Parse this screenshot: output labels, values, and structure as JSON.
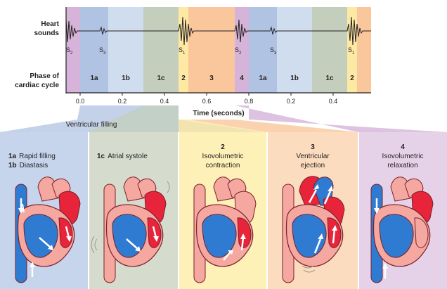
{
  "timeline": {
    "heart_sounds_label": [
      "Heart",
      "sounds"
    ],
    "phase_label": [
      "Phase of",
      "cardiac cycle"
    ],
    "sound_markers": [
      {
        "main": "S",
        "sub": "2"
      },
      {
        "main": "S",
        "sub": "3"
      },
      {
        "main": "S",
        "sub": "1"
      },
      {
        "main": "S",
        "sub": "2"
      },
      {
        "main": "S",
        "sub": "3"
      },
      {
        "main": "S",
        "sub": "1"
      }
    ],
    "phase_bands": [
      "1a",
      "1b",
      "1c",
      "2",
      "3",
      "4",
      "1a",
      "1b",
      "1c",
      "2"
    ],
    "ticks": [
      "0.0",
      "0.2",
      "0.4",
      "0.6",
      "0.8",
      "0.2",
      "0.4"
    ],
    "axis_title": "Time (seconds)"
  },
  "panels": {
    "filling_header": "Ventricular filling",
    "p1_line1_num": "1a",
    "p1_line1_txt": "Rapid filling",
    "p1_line2_num": "1b",
    "p1_line2_txt": "Diastasis",
    "p2_num": "1c",
    "p2_txt": "Atrial systole",
    "p3_num": "2",
    "p3_line1": "Isovolumetric",
    "p3_line2": "contraction",
    "p4_num": "3",
    "p4_line1": "Ventricular",
    "p4_line2": "ejection",
    "p5_num": "4",
    "p5_line1": "Isovolumetric",
    "p5_line2": "relaxation"
  },
  "colors": {
    "phase_4": "#d6b3d9",
    "phase_1a": "#b0c3e2",
    "phase_1b": "#d0ddee",
    "phase_1c": "#c3cfbc",
    "phase_2": "#fde9a3",
    "phase_3": "#f9c79b",
    "panel_1ab": "#c6d4ec",
    "panel_1c": "#d5dccd",
    "panel_2": "#fef1b7",
    "panel_3": "#fcdcbf",
    "panel_4": "#e6d2e8",
    "heart_red": "#e8243a",
    "heart_blue": "#2f7bd1",
    "heart_pink": "#f4a8a0"
  }
}
